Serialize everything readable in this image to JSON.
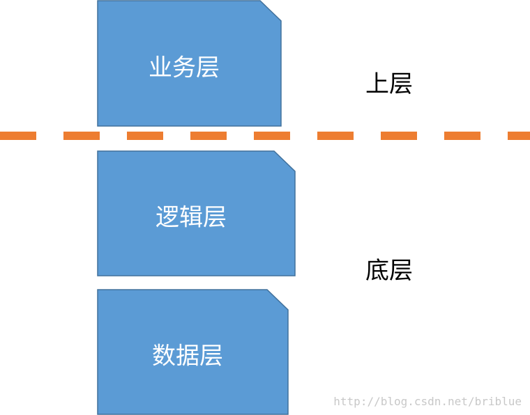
{
  "boxes": {
    "business": "业务层",
    "logic": "逻辑层",
    "data": "数据层"
  },
  "tiers": {
    "upper": "上层",
    "lower": "底层"
  },
  "divider": {
    "style": "dashed",
    "color": "#ed7d31"
  },
  "colors": {
    "box_fill": "#5b9bd5",
    "box_border": "#41719c"
  },
  "watermark": "http://blog.csdn.net/briblue"
}
